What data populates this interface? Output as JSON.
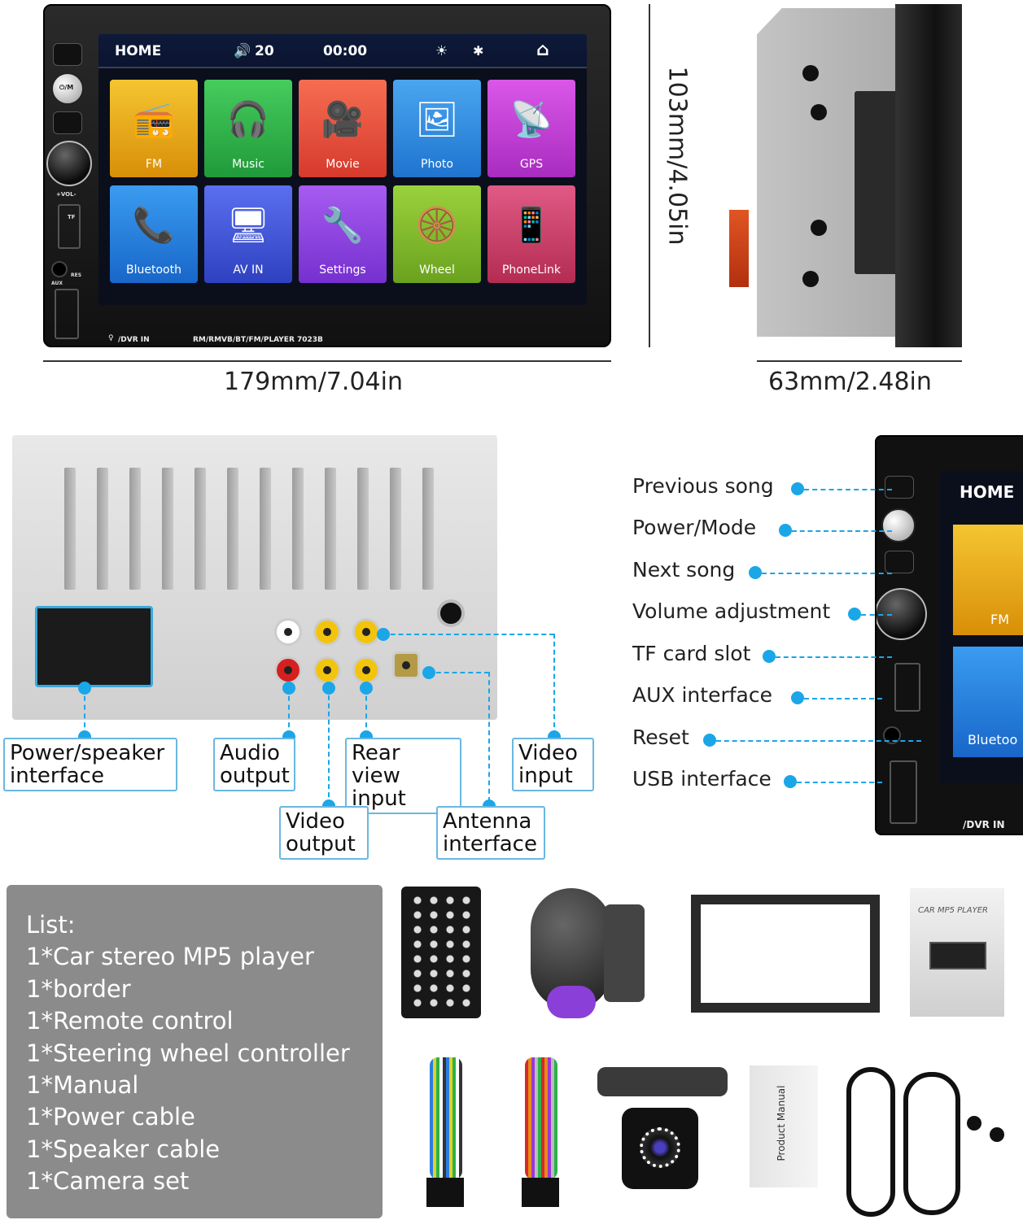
{
  "screen": {
    "status": {
      "home": "HOME",
      "volume": "20",
      "time": "00:00"
    },
    "tiles": [
      {
        "label": "FM",
        "icon": "radio-icon",
        "color": "#e3a60c"
      },
      {
        "label": "Music",
        "icon": "headphones-icon",
        "color": "#2fb54a"
      },
      {
        "label": "Movie",
        "icon": "camera-icon",
        "color": "#ea4b3a"
      },
      {
        "label": "Photo",
        "icon": "photo-icon",
        "color": "#2f8fe0"
      },
      {
        "label": "GPS",
        "icon": "satellite-icon",
        "color": "#c03ad0"
      },
      {
        "label": "Bluetooth",
        "icon": "bluetooth-icon",
        "color": "#1f7ad8"
      },
      {
        "label": "AV IN",
        "icon": "av-icon",
        "color": "#4158d6"
      },
      {
        "label": "Settings",
        "icon": "wrench-icon",
        "color": "#8a3fd8"
      },
      {
        "label": "Wheel",
        "icon": "steering-wheel-icon",
        "color": "#7ab32a"
      },
      {
        "label": "PhoneLink",
        "icon": "phone-icon",
        "color": "#c33a62"
      }
    ],
    "bezel_left": "/DVR IN",
    "bezel_model": "RM/RMVB/BT/FM/PLAYER  7023B",
    "panel": {
      "power": "⏻/M",
      "vol": "+VOL-",
      "tf": "TF",
      "res": "RES",
      "aux": "AUX"
    }
  },
  "dimensions": {
    "width": "179mm/7.04in",
    "height": "103mm/4.05in",
    "depth": "63mm/2.48in"
  },
  "rear_labels": {
    "power_speaker": [
      "Power/speaker",
      "interface"
    ],
    "audio_output": [
      "Audio",
      "output"
    ],
    "rear_view_input": [
      "Rear view",
      "input"
    ],
    "video_input": [
      "Video",
      "input"
    ],
    "video_output": [
      "Video",
      "output"
    ],
    "antenna": [
      "Antenna",
      "interface"
    ]
  },
  "functions": [
    "Previous song",
    "Power/Mode",
    "Next song",
    "Volume adjustment",
    "TF card slot",
    "AUX interface",
    "Reset",
    "USB interface"
  ],
  "mini_unit": {
    "home": "HOME",
    "fm": "FM",
    "bt": "Bluetoo",
    "dvr": "/DVR IN"
  },
  "list": {
    "title": "List:",
    "items": [
      "1*Car stereo MP5 player",
      "1*border",
      "1*Remote control",
      "1*Steering wheel controller",
      "1*Manual",
      "1*Power cable",
      "1*Speaker cable",
      "1*Camera set"
    ]
  },
  "accessories": {
    "manual_cover": "CAR MP5 PLAYER",
    "manual_spine": "Product Manual"
  }
}
